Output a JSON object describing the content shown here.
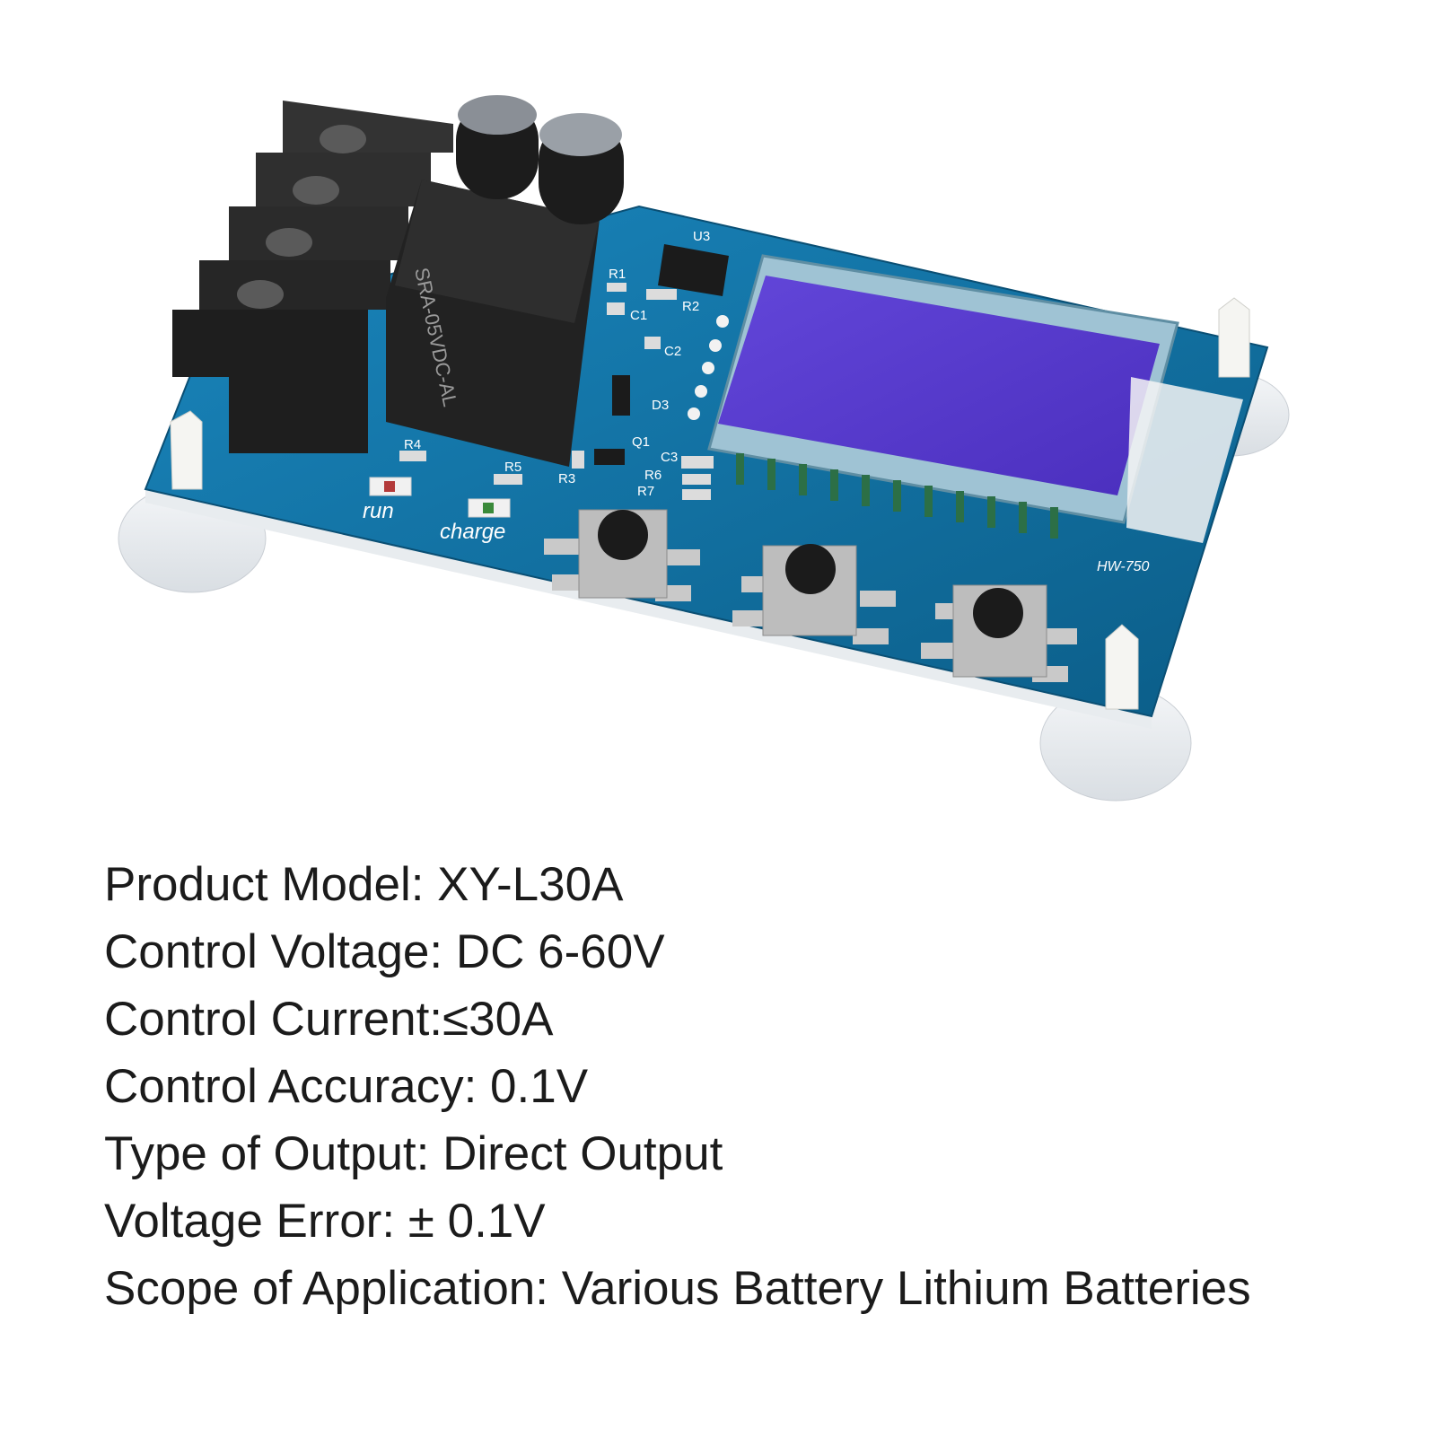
{
  "colors": {
    "pcb": "#0f6e9e",
    "pcb_dark": "#0a4f74",
    "lcd": "#5a3bd0",
    "terminal": "#1e1e1e",
    "text": "#1b1b1b"
  },
  "board": {
    "silkscreen": {
      "run": "run",
      "charge": "charge",
      "model": "HW-750",
      "relay": "SRA-05VDC-AL",
      "ic": "U3",
      "refs": [
        "R1",
        "R2",
        "C1",
        "C2",
        "D3",
        "Q1",
        "C3",
        "R3",
        "R4",
        "R5",
        "R6",
        "R7"
      ]
    },
    "icons": [
      "terminal-block-icon",
      "relay-icon",
      "capacitor-icon",
      "lcd-display-icon",
      "push-button-icon",
      "led-icon",
      "suction-cup-icon",
      "standoff-icon"
    ]
  },
  "specs": [
    "Product Model: XY-L30A",
    "Control Voltage: DC 6-60V",
    "Control Current:≤30A",
    "Control Accuracy: 0.1V",
    "Type of Output: Direct Output",
    "Voltage Error: ± 0.1V",
    "Scope of Application: Various Battery Lithium Batteries"
  ]
}
